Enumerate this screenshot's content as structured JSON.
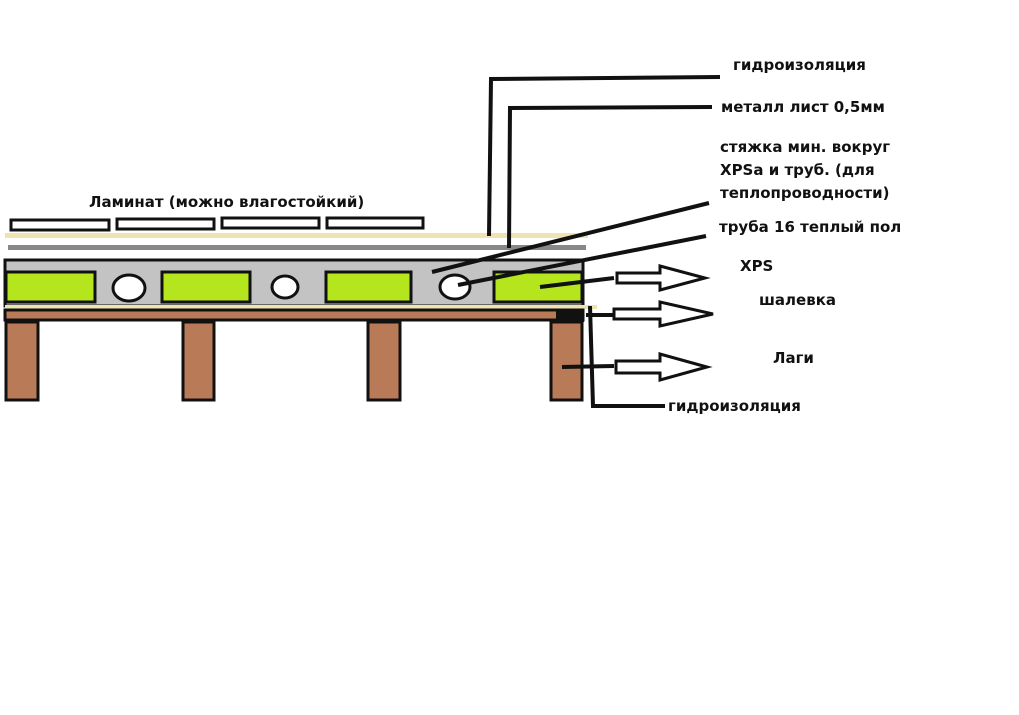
{
  "labels": {
    "laminate": "Ламинат (можно влагостойкий)",
    "waterproofing_top": "гидроизоляция",
    "metal_sheet": "металл лист 0,5мм",
    "screed_line1": "стяжка мин. вокруг",
    "screed_line2": "XPSa и труб. (для",
    "screed_line3": "теплопроводности)",
    "pipe": "труба 16 теплый пол",
    "xps": "XPS",
    "sheathing": "шалевка",
    "joists": "Лаги",
    "waterproofing_bottom": "гидроизоляция"
  },
  "colors": {
    "laminate": "#ffffff",
    "waterproof_film": "#efe4b0",
    "metal_sheet": "#888888",
    "screed": "#c3c3c3",
    "xps": "#b5e61d",
    "wood": "#b97a57",
    "outline": "#111111"
  }
}
